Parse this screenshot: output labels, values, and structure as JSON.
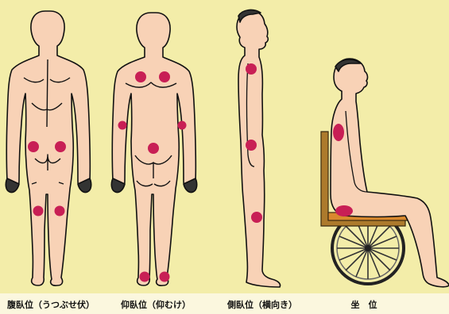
{
  "colors": {
    "background": "#f3eda9",
    "skin": "#f8d2b6",
    "outline": "#111111",
    "pressure_point": "#c81f55",
    "chair_frame": "#ad7a2c",
    "chair_seat": "#d9892d",
    "wheel_rim": "#222222"
  },
  "figures": [
    {
      "id": "prone",
      "caption": "腹臥位（うつぶせ伏）",
      "pressure_points": 4
    },
    {
      "id": "supine",
      "caption": "仰臥位（仰むけ）",
      "pressure_points": 7
    },
    {
      "id": "lateral",
      "caption": "側臥位（横向き）",
      "pressure_points": 3
    },
    {
      "id": "sitting",
      "caption": "坐　位",
      "pressure_points": 2
    }
  ]
}
